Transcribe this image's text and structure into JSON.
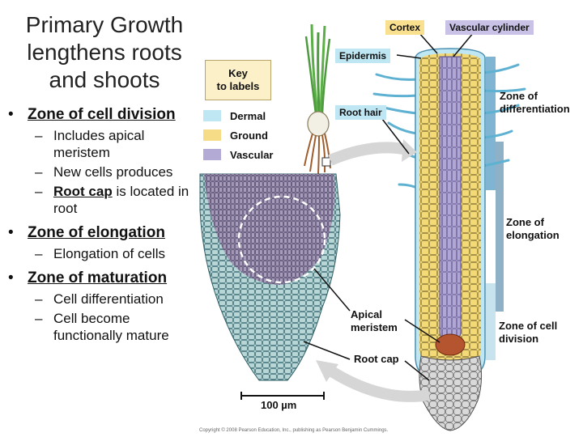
{
  "title": {
    "line1": "Primary Growth",
    "line2": "lengthens roots",
    "line3": "and shoots"
  },
  "bullets": [
    {
      "label": "Zone of cell division",
      "subs": [
        {
          "text": "Includes apical meristem"
        },
        {
          "text": "New cells produces"
        },
        {
          "bold": "Root cap",
          "text": " is located in root"
        }
      ]
    },
    {
      "label": "Zone of elongation",
      "subs": [
        {
          "text": "Elongation of cells"
        }
      ]
    },
    {
      "label": "Zone of maturation",
      "subs": [
        {
          "text": "Cell differentiation"
        },
        {
          "text": "Cell become functionally mature"
        }
      ]
    }
  ],
  "key": {
    "title_line1": "Key",
    "title_line2": "to labels",
    "items": [
      {
        "label": "Dermal",
        "color": "#bfe6f3"
      },
      {
        "label": "Ground",
        "color": "#f7dc88"
      },
      {
        "label": "Vascular",
        "color": "#b4aad6"
      }
    ]
  },
  "labels": {
    "cortex": "Cortex",
    "vascular_cylinder": "Vascular cylinder",
    "epidermis": "Epidermis",
    "root_hair": "Root hair",
    "zone_differentiation_line1": "Zone of",
    "zone_differentiation_line2": "differentiation",
    "zone_elongation_line1": "Zone of",
    "zone_elongation_line2": "elongation",
    "zone_division_line1": "Zone of cell",
    "zone_division_line2": "division",
    "apical_meristem_line1": "Apical",
    "apical_meristem_line2": "meristem",
    "root_cap": "Root cap",
    "scale_bar": "100 µm"
  },
  "colors": {
    "cortex_tag": "#f8e08e",
    "vascular_tag": "#c9c2e6",
    "dermal_tag": "#bfe6f3",
    "ground": "#f2d36a",
    "vascular": "#a59acb",
    "dermal": "#a9d9ec",
    "meristem": "#b5552f",
    "cap": "#d4d4d4"
  },
  "copyright": "Copyright © 2008 Pearson Education, Inc., publishing as Pearson Benjamin Cummings."
}
